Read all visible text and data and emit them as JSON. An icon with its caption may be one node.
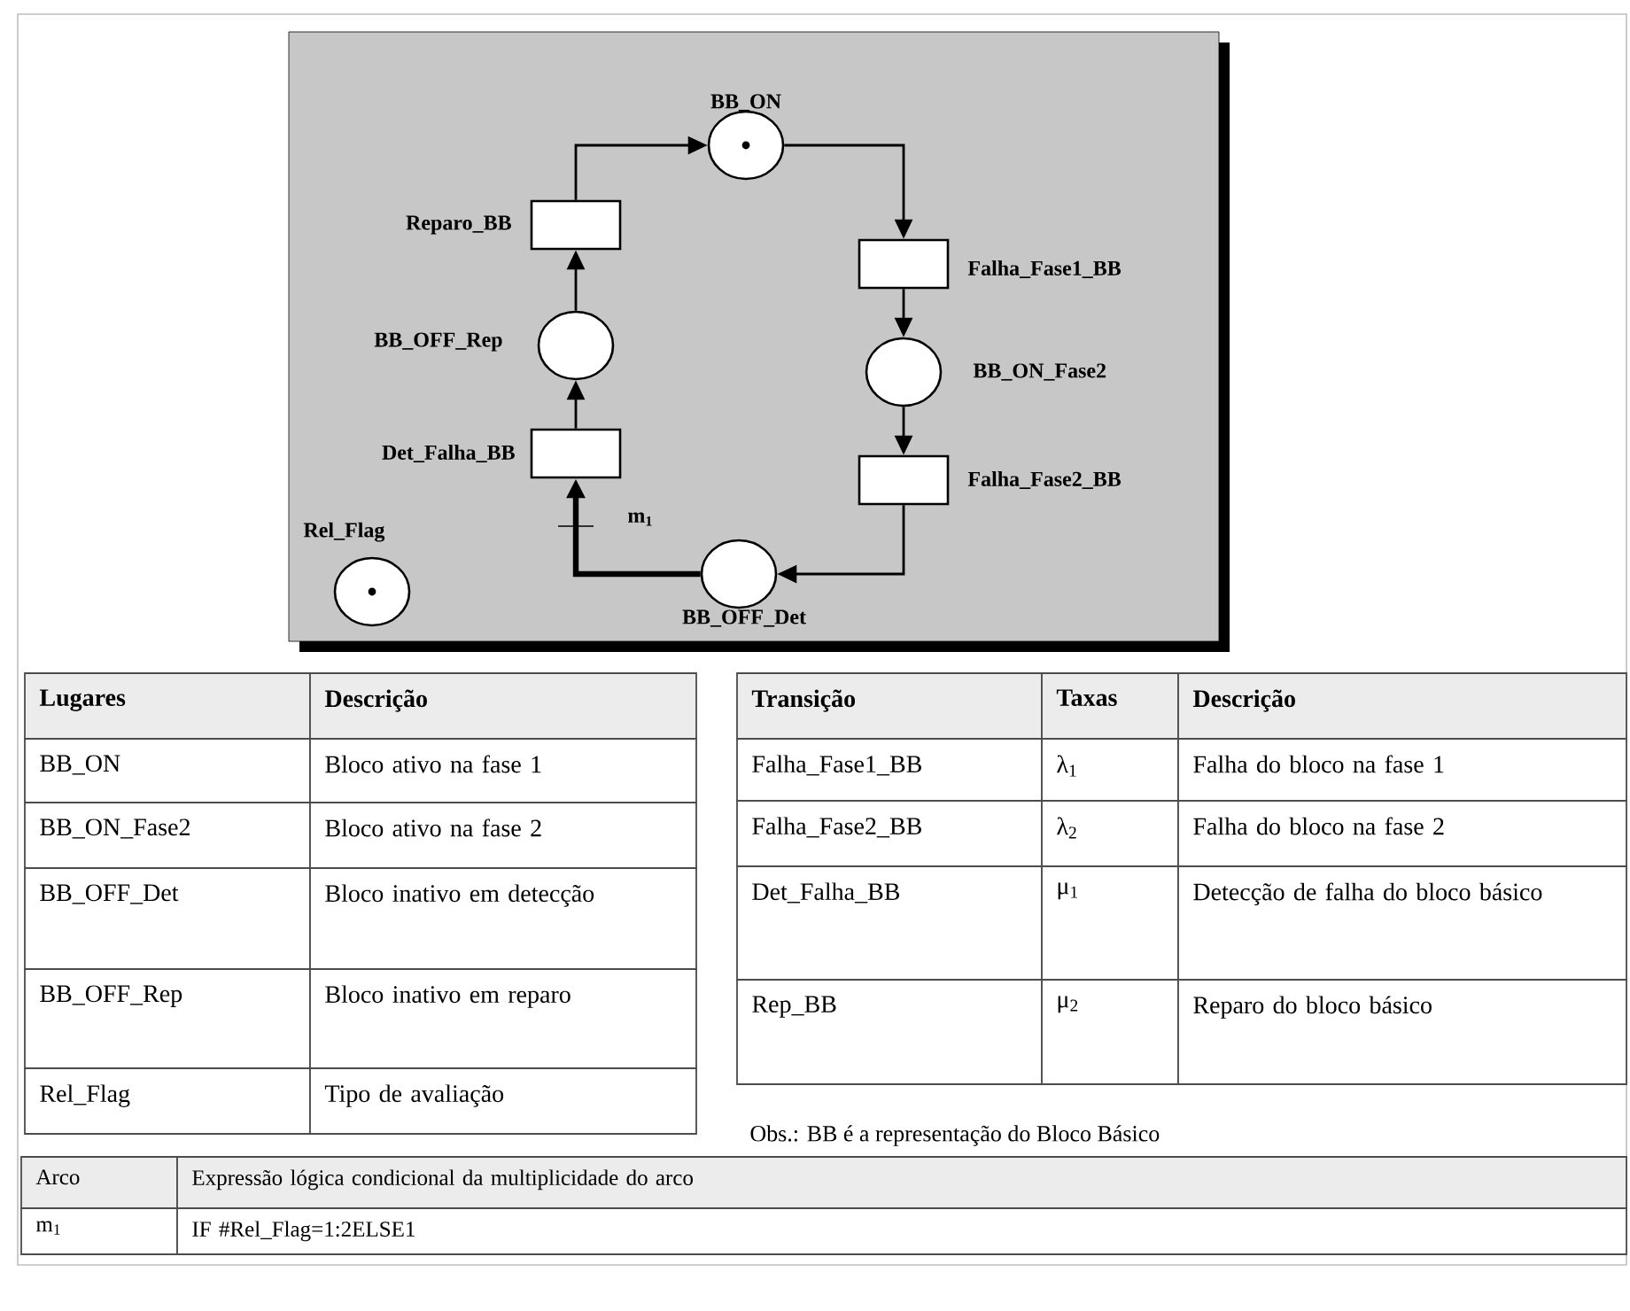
{
  "diagram": {
    "nodes": [
      {
        "text": [],
        "shape": "circle",
        "beside": [
          "BB_ON"
        ]
      },
      {
        "text": [],
        "shape": "box",
        "beside": [
          "Reparo_BB"
        ]
      },
      {
        "text": [],
        "shape": "box",
        "beside": [
          "Falha_Fase1_BB"
        ]
      },
      {
        "text": [],
        "shape": "circle",
        "beside": [
          "BB_OFF_Rep"
        ]
      },
      {
        "text": [],
        "shape": "circle",
        "beside": [
          "BB_ON_Fase2"
        ]
      },
      {
        "text": [],
        "shape": "box",
        "beside": [
          "Det_Falha_BB"
        ]
      },
      {
        "text": [],
        "shape": "box",
        "beside": [
          "Falha_Fase2_BB"
        ]
      },
      {
        "text": [],
        "shape": "circle",
        "beside": [
          "Rel_Flag"
        ]
      },
      {
        "text": [],
        "shape": "circle",
        "beside": [
          "BB_OFF_Det"
        ]
      }
    ],
    "edges": [
      {
        "from": 1,
        "to": 0,
        "arrow": "to"
      },
      {
        "from": 0,
        "to": 2,
        "arrow": "to"
      },
      {
        "from": 2,
        "to": 4,
        "arrow": "to"
      },
      {
        "from": 4,
        "to": 6,
        "arrow": "to"
      },
      {
        "from": 6,
        "to": 8,
        "arrow": "to"
      },
      {
        "from": 8,
        "to": 5,
        "arrow": "to",
        "label": "m$_{1}$",
        "style": "thick"
      },
      {
        "from": 3,
        "to": 1,
        "arrow": "to"
      },
      {
        "from": 5,
        "to": 3,
        "arrow": "to"
      }
    ],
    "labels": [
      "Lugares",
      "Descrição",
      "BB_ON",
      "Bloco ativo na fase 1",
      "BB_ON_Fase2",
      "Bloco ativo na fase 2",
      "BB_OFF_Det",
      "Bloco inativo em detecção",
      "BB_OFF_Rep",
      "Bloco inativo em reparo",
      "Rel_Flag",
      "Tipo de avaliação",
      "Transição",
      "Taxas",
      "Descrição",
      "Falha_Fase1_BB",
      "λ$_{1}$",
      "Falha do bloco na fase 1",
      "Falha_Fase2_BB",
      "λ$_{2}$",
      "Falha do bloco na fase 2",
      "Det_Falha_BB",
      "μ$_{1}$",
      "Detecção de falha do bloco básico",
      "Rep_BB",
      "μ$_{2}$",
      "Reparo do bloco básico",
      "Obs.: BB é a representação do Bloco Básico",
      "Arco",
      "Expressão lógica condicional da multiplicidade do arco",
      "m$_{1}$",
      "IF #Rel_Flag=1:2ELSE1"
    ]
  }
}
